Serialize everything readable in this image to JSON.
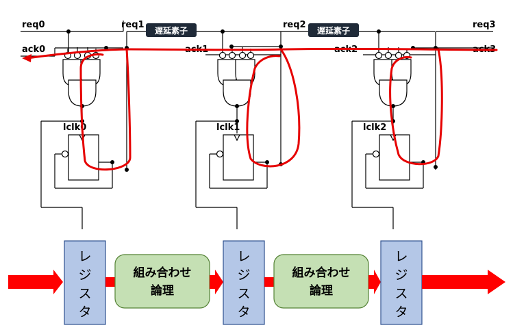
{
  "signals": {
    "req": [
      "req0",
      "req1",
      "req2",
      "req3"
    ],
    "ack": [
      "ack0",
      "ack1",
      "ack2",
      "ack3"
    ],
    "lclk": [
      "lclk0",
      "lclk1",
      "lclk2"
    ]
  },
  "delay_elements": [
    "遅延素子",
    "遅延素子"
  ],
  "registers": [
    [
      "レ",
      "ジ",
      "ス",
      "タ"
    ],
    [
      "レ",
      "ジ",
      "ス",
      "タ"
    ],
    [
      "レ",
      "ジ",
      "ス",
      "タ"
    ]
  ],
  "logic_blocks": [
    {
      "line1": "組み合わせ",
      "line2": "論理"
    },
    {
      "line1": "組み合わせ",
      "line2": "論理"
    }
  ],
  "colors": {
    "register_fill": "#b4c7e7",
    "register_stroke": "#2f528f",
    "logic_fill": "#c5e0b4",
    "logic_stroke": "#548235",
    "arrow_red": "#ff0000",
    "ack_trace_red": "#e60000",
    "delay_fill": "#1f2a38"
  }
}
